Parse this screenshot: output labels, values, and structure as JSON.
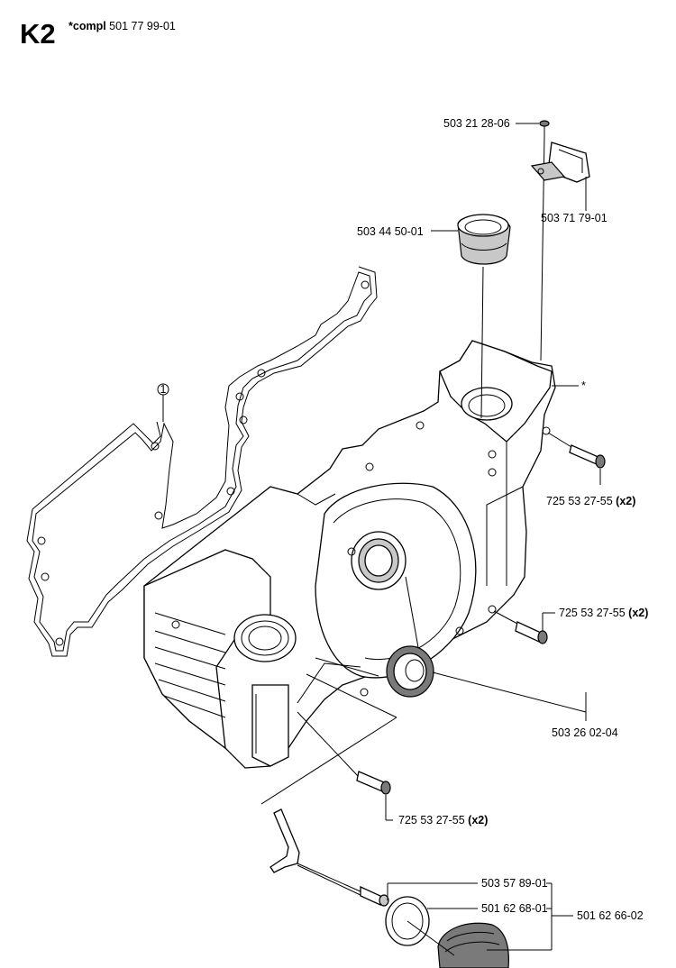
{
  "page": {
    "code": "K2",
    "assembly_label": "*compl",
    "assembly_number": "501 77 99-01"
  },
  "callouts": {
    "screw_top": "503 21 28-06",
    "impulse_block": "503 71 79-01",
    "intake_boot": "503 44 50-01",
    "asterisk": "*",
    "screw_right_1": "725 53 27-55",
    "screw_right_1_qty": "(x2)",
    "screw_right_2": "725 53 27-55",
    "screw_right_2_qty": "(x2)",
    "seal": "503 26 02-04",
    "screw_bottom": "725 53 27-55",
    "screw_bottom_qty": "(x2)",
    "oil_pump_1": "503 57 89-01",
    "oil_pump_2": "501 62 68-01",
    "oil_pump_group": "501 62 66-02",
    "gasket_marker": "1"
  }
}
